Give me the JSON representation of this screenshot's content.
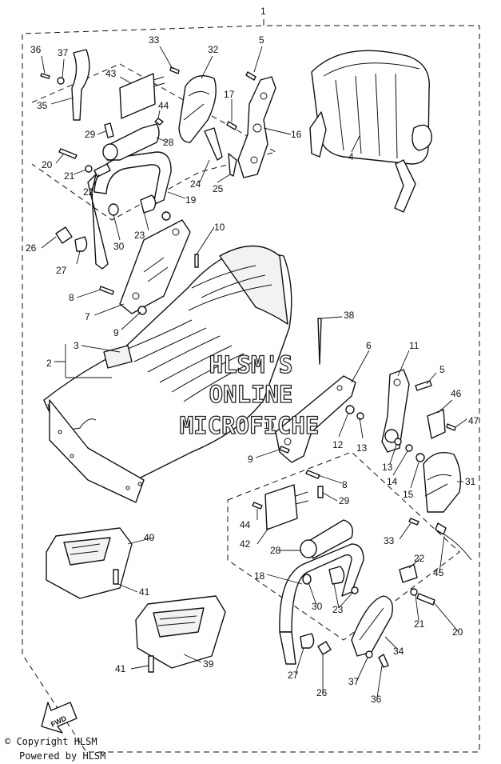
{
  "watermark": {
    "line1": "HLSM'S",
    "line2": "ONLINE",
    "line3": "MICROFICHE"
  },
  "fwd_label": "FWD",
  "copyright": {
    "line1": "© Copyright HLSM",
    "line2": "Powered by HLSM"
  },
  "callouts": {
    "c1": "1",
    "c2": "2",
    "c3": "3",
    "c4": "4",
    "c5a": "5",
    "c5b": "5",
    "c6": "6",
    "c7": "7",
    "c8a": "8",
    "c8b": "8",
    "c9a": "9",
    "c9b": "9",
    "c10a": "10",
    "c10b": "10",
    "c11": "11",
    "c12": "12",
    "c13a": "13",
    "c13b": "13",
    "c14": "14",
    "c15": "15",
    "c16": "16",
    "c17": "17",
    "c18": "18",
    "c19": "19",
    "c20a": "20",
    "c20b": "20",
    "c21a": "21",
    "c21b": "21",
    "c22a": "22",
    "c22b": "22",
    "c23a": "23",
    "c23b": "23",
    "c24": "24",
    "c25": "25",
    "c26a": "26",
    "c26b": "26",
    "c27a": "27",
    "c27b": "27",
    "c28a": "28",
    "c28b": "28",
    "c29a": "29",
    "c29b": "29",
    "c30a": "30",
    "c30b": "30",
    "c31": "31",
    "c32": "32",
    "c33a": "33",
    "c33b": "33",
    "c34": "34",
    "c35": "35",
    "c36a": "36",
    "c36b": "36",
    "c37a": "37",
    "c37b": "37",
    "c38": "38",
    "c39": "39",
    "c40": "40",
    "c41a": "41",
    "c41b": "41",
    "c42": "42",
    "c43": "43",
    "c44a": "44",
    "c44b": "44",
    "c45": "45",
    "c46": "46",
    "c47": "47"
  }
}
